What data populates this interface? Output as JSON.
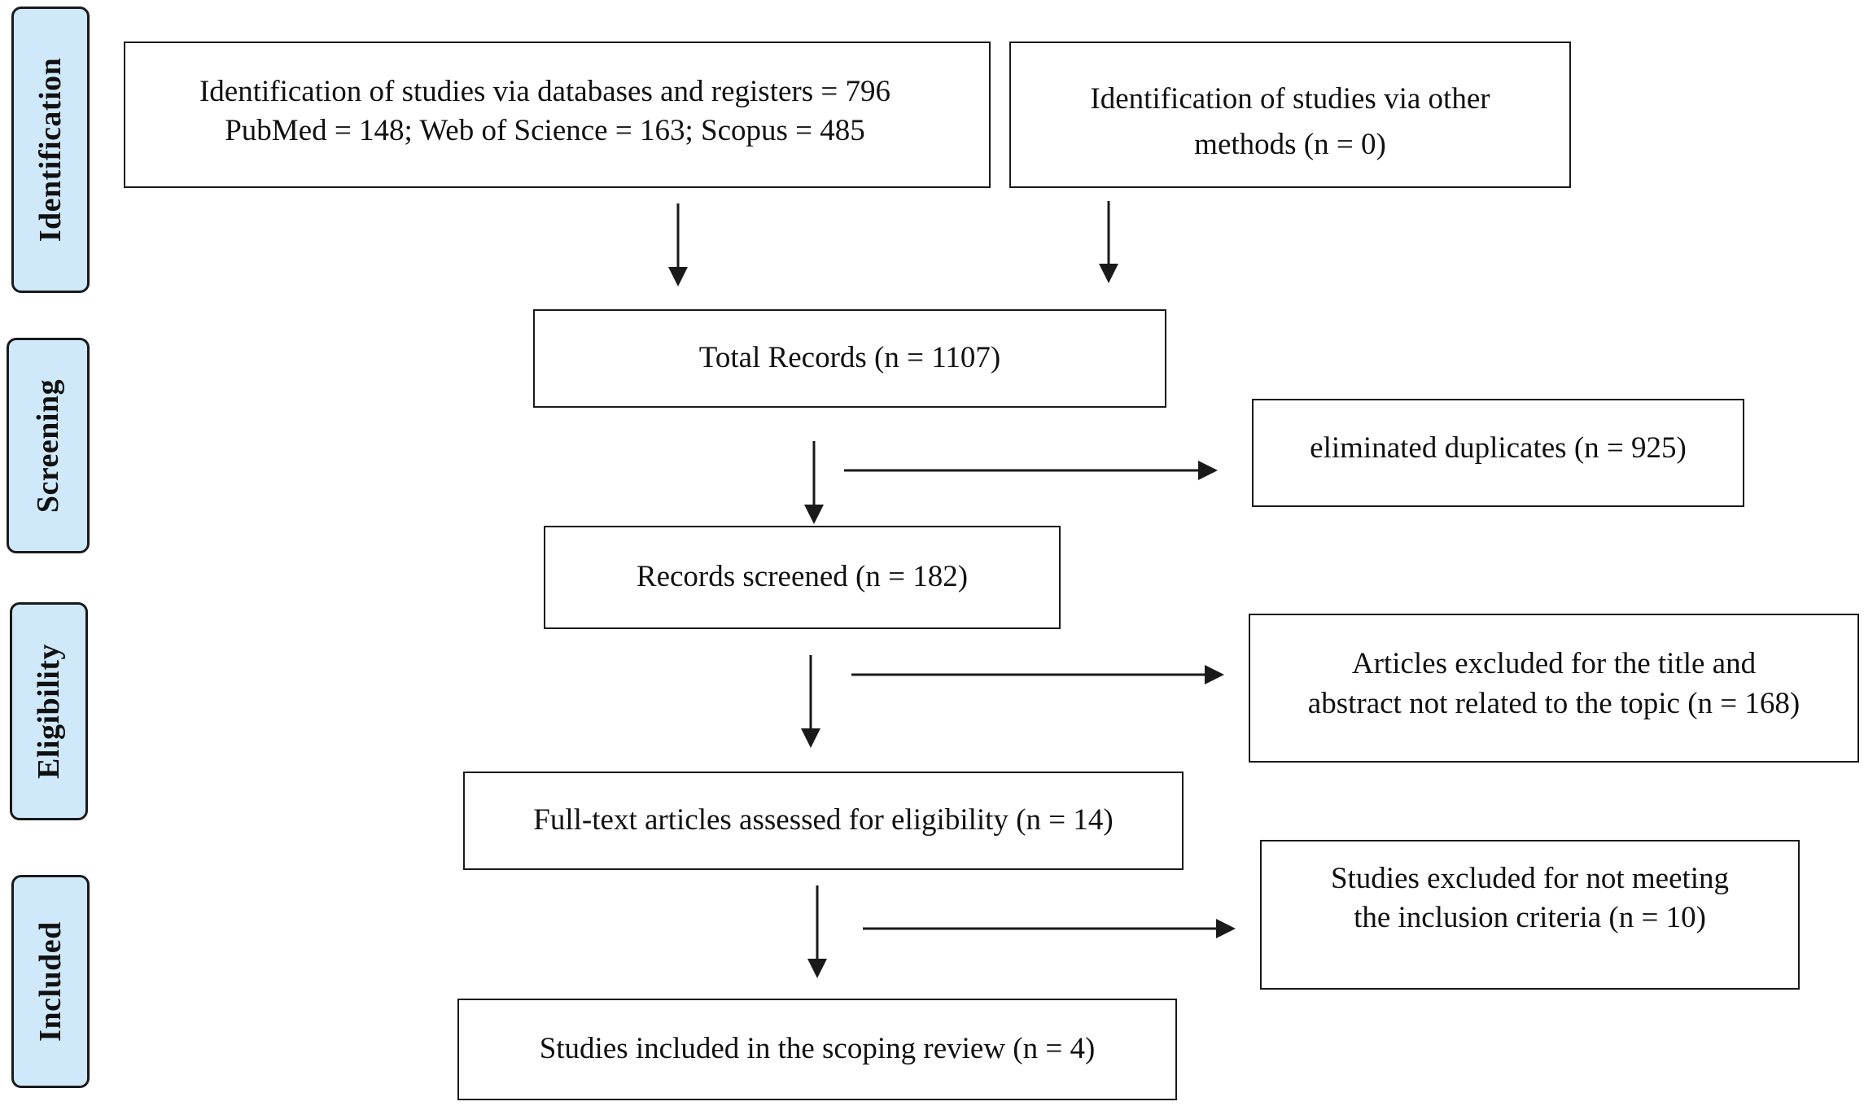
{
  "stages": {
    "identification": "Identification",
    "screening": "Screening",
    "eligibility": "Eligibility",
    "included": "Included"
  },
  "boxes": {
    "databases": {
      "line1": "Identification of studies via databases and registers = 796",
      "line2": "PubMed = 148; Web of Science = 163; Scopus = 485"
    },
    "other_methods": {
      "line1": "Identification of studies via other",
      "line2": "methods (n = 0)"
    },
    "total_records": "Total Records (n = 1107)",
    "duplicates": "eliminated duplicates (n = 925)",
    "screened": "Records screened (n = 182)",
    "excluded_title": {
      "line1": "Articles excluded for the title and",
      "line2": "abstract not related to the topic (n = 168)"
    },
    "full_text": "Full-text articles assessed for eligibility (n = 14)",
    "excluded_criteria": {
      "line1": "Studies excluded for not meeting",
      "line2": "the inclusion criteria (n = 10)"
    },
    "included": "Studies included in the scoping review (n = 4)"
  },
  "colors": {
    "stage_fill": "#cfe9fa",
    "stroke": "#1a1a1a"
  }
}
